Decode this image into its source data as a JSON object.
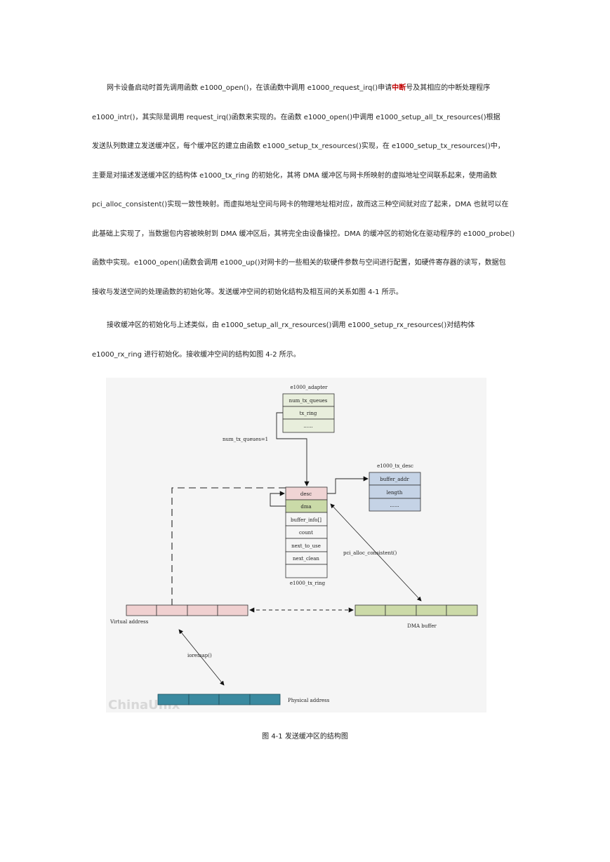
{
  "paragraph1": {
    "line1_before": "网卡设备启动时首先调用函数 e1000_open()，在该函数中调用 e1000_request_irq()申请",
    "line1_highlight": "中断",
    "line1_after": "号及其相应的中断处理程序",
    "line2": "e1000_intr()，其实际是调用 request_irq()函数来实现的。在函数 e1000_open()中调用 e1000_setup_all_tx_resources()根据",
    "line3": "发送队列数建立发送缓冲区，每个缓冲区的建立由函数 e1000_setup_tx_resources()实现，在 e1000_setup_tx_resources()中，",
    "line4": "主要是对描述发送缓冲区的结构体 e1000_tx_ring 的初始化，其将 DMA 缓冲区与网卡所映射的虚拟地址空间联系起来，使用函数",
    "line5": "pci_alloc_consistent()实现一致性映射。而虚拟地址空间与网卡的物理地址相对应，故而这三种空间就对应了起来，DMA 也就可以在",
    "line6": "此基础上实现了，当数据包内容被映射到 DMA 缓冲区后，其将完全由设备操控。DMA 的缓冲区的初始化在驱动程序的 e1000_probe()",
    "line7": "函数中实现。e1000_open()函数会调用 e1000_up()对网卡的一些相关的软硬件参数与空间进行配置，如硬件寄存器的读写，数据包",
    "line8": "接收与发送空间的处理函数的初始化等。发送缓冲空间的初始化结构及相互间的关系如图 4-1 所示。"
  },
  "paragraph2": {
    "line1": "接收缓冲区的初始化与上述类似，由 e1000_setup_all_rx_resources()调用 e1000_setup_rx_resources()对结构体",
    "line2": "e1000_rx_ring 进行初始化。接收缓冲空间的结构如图 4-2 所示。"
  },
  "figure": {
    "adapter_title": "e1000_adapter",
    "adapter_fields": [
      "num_tx_queues",
      "tx_ring",
      "......"
    ],
    "queues_label": "num_tx_queues=1",
    "desc_title": "e1000_tx_desc",
    "desc_fields": [
      "buffer_addr",
      "length",
      "......"
    ],
    "ring_fields": [
      "desc",
      "dma",
      "buffer_info[]",
      "count",
      "next_to_use",
      "next_clean"
    ],
    "ring_title": "e1000_tx_ring",
    "pci_label": "pci_alloc_consistent()",
    "virtual_label": "Virtual address",
    "dma_label": "DMA buffer",
    "ioremap_label": "ioremap()",
    "physical_label": "Physical address",
    "watermark": "ChinaUnix",
    "colors": {
      "adapter": "#e8eedc",
      "desc": "#c5d3e6",
      "ring_desc": "#f0d4d4",
      "ring_dma": "#cadaa8",
      "virtual": "#f0d0d0",
      "dma_buffer": "#ccdaa8",
      "physical": "#3a8aa0"
    }
  },
  "caption": "图 4-1  发送缓冲区的结构图"
}
